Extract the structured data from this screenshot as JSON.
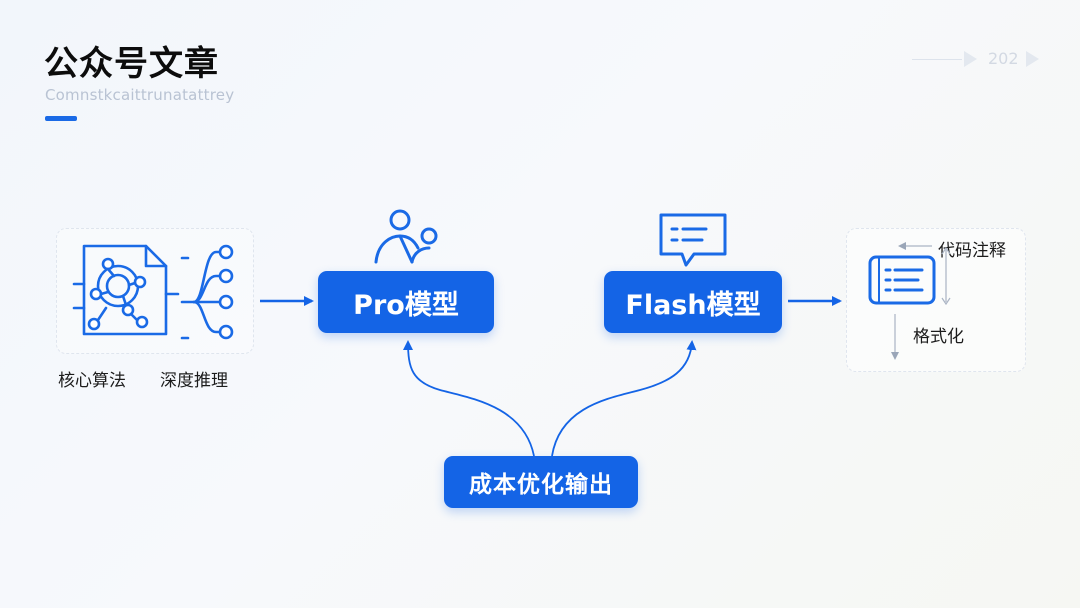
{
  "header": {
    "title": "公众号文章",
    "subtitle": "Comnstkcaittrunatattrey",
    "page_number": "202"
  },
  "nodes": {
    "left_label_1": "核心算法",
    "left_label_2": "深度推理",
    "pro_model": "Pro模型",
    "flash_model": "Flash模型",
    "cost_output": "成本优化输出",
    "right_label_top": "代码注释",
    "right_label_bottom": "格式化"
  },
  "colors": {
    "accent": "#1464e6",
    "icon_blue": "#1a6ae6",
    "background": "#f4f7fb"
  },
  "icons": [
    "network-doc-icon",
    "branch-icon",
    "users-icon",
    "chat-bubble-icon",
    "document-lines-icon"
  ]
}
